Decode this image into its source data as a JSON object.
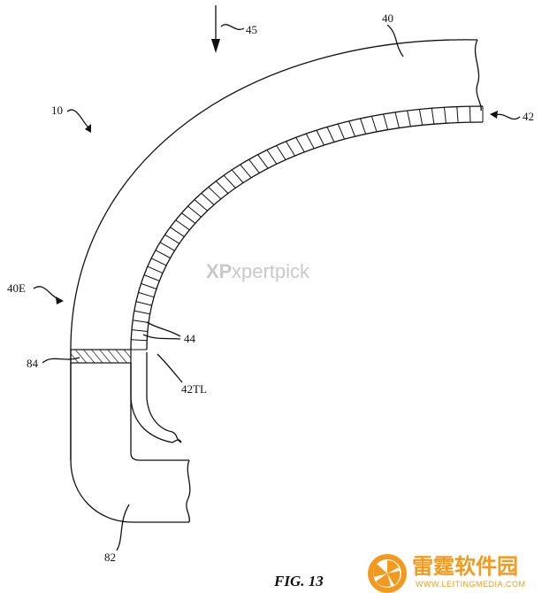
{
  "figure": {
    "caption": "FIG. 13",
    "labels": {
      "device": "10",
      "direction": "45",
      "housing": "40",
      "display": "42",
      "housing_edge": "40E",
      "pixels": "44",
      "display_tail": "42TL",
      "seal": "84",
      "lower_part": "82"
    }
  },
  "watermarks": {
    "center_mark": "XP",
    "center_text": "xpertpick",
    "corner_text": "雷霆软件园",
    "corner_url": "WWW.LEITINGMEDIA.COM"
  },
  "colors": {
    "line": "#111111",
    "watermark": "#c9c9c9",
    "logo": "#f39a1e"
  }
}
